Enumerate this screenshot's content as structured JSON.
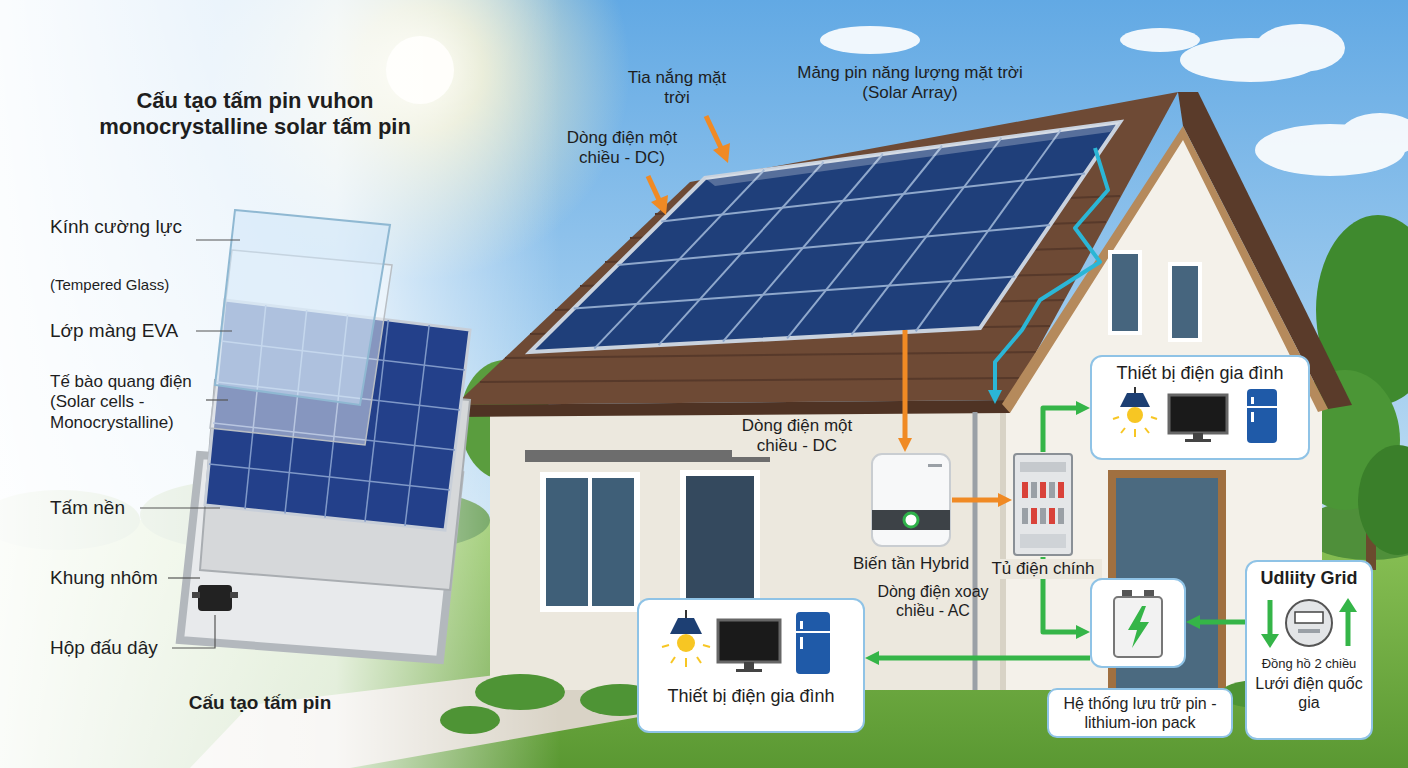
{
  "diagram": {
    "title": "Cấu tạo tấm pin vuhon monocrystalline solar tấm pin",
    "caption": "Cấu tạo tấm pin",
    "nodes": [
      {
        "text": [
          "Mảng pin năng lượng mặt trời (Solar Array)"
        ]
      },
      {
        "text": [
          "Biến tần Hybrid"
        ]
      },
      {
        "text": [
          "Tủ điện chính"
        ]
      },
      {
        "text": [
          "Thiết bị điện gia đình"
        ]
      },
      {
        "text": [
          "Thiết bị điện gia đình"
        ]
      },
      {
        "text": [
          "Hệ thống lưu trữ pin - lithium-ion pack"
        ]
      },
      {
        "text": [
          "Udliity Grid",
          "Đồng hồ 2 chiều",
          "Lưới điện quốc gia"
        ]
      }
    ],
    "edges": [
      {
        "from": 0,
        "to": 1,
        "arrow": "to",
        "label": "Dòng điện một chiều - DC"
      },
      {
        "from": 1,
        "to": 2,
        "arrow": "to"
      },
      {
        "from": 2,
        "to": 3,
        "arrow": "to"
      },
      {
        "from": 2,
        "to": 5,
        "arrow": "to"
      },
      {
        "from": 5,
        "to": 4,
        "arrow": "to"
      },
      {
        "from": 6,
        "to": 5,
        "arrow": "to"
      }
    ],
    "labels": [
      "Tia nắng mặt trời",
      "Dòng điện một chiều - DC)",
      "Dòng điện xoay chiều - AC",
      "Kính cường lực",
      "(Tempered Glass)",
      "Lớp màng EVA",
      "Tế bào quang điện (Solar cells - Monocrystalline)",
      "Tấm nền",
      "Khung nhôm",
      "Hộp đấu dây"
    ]
  }
}
